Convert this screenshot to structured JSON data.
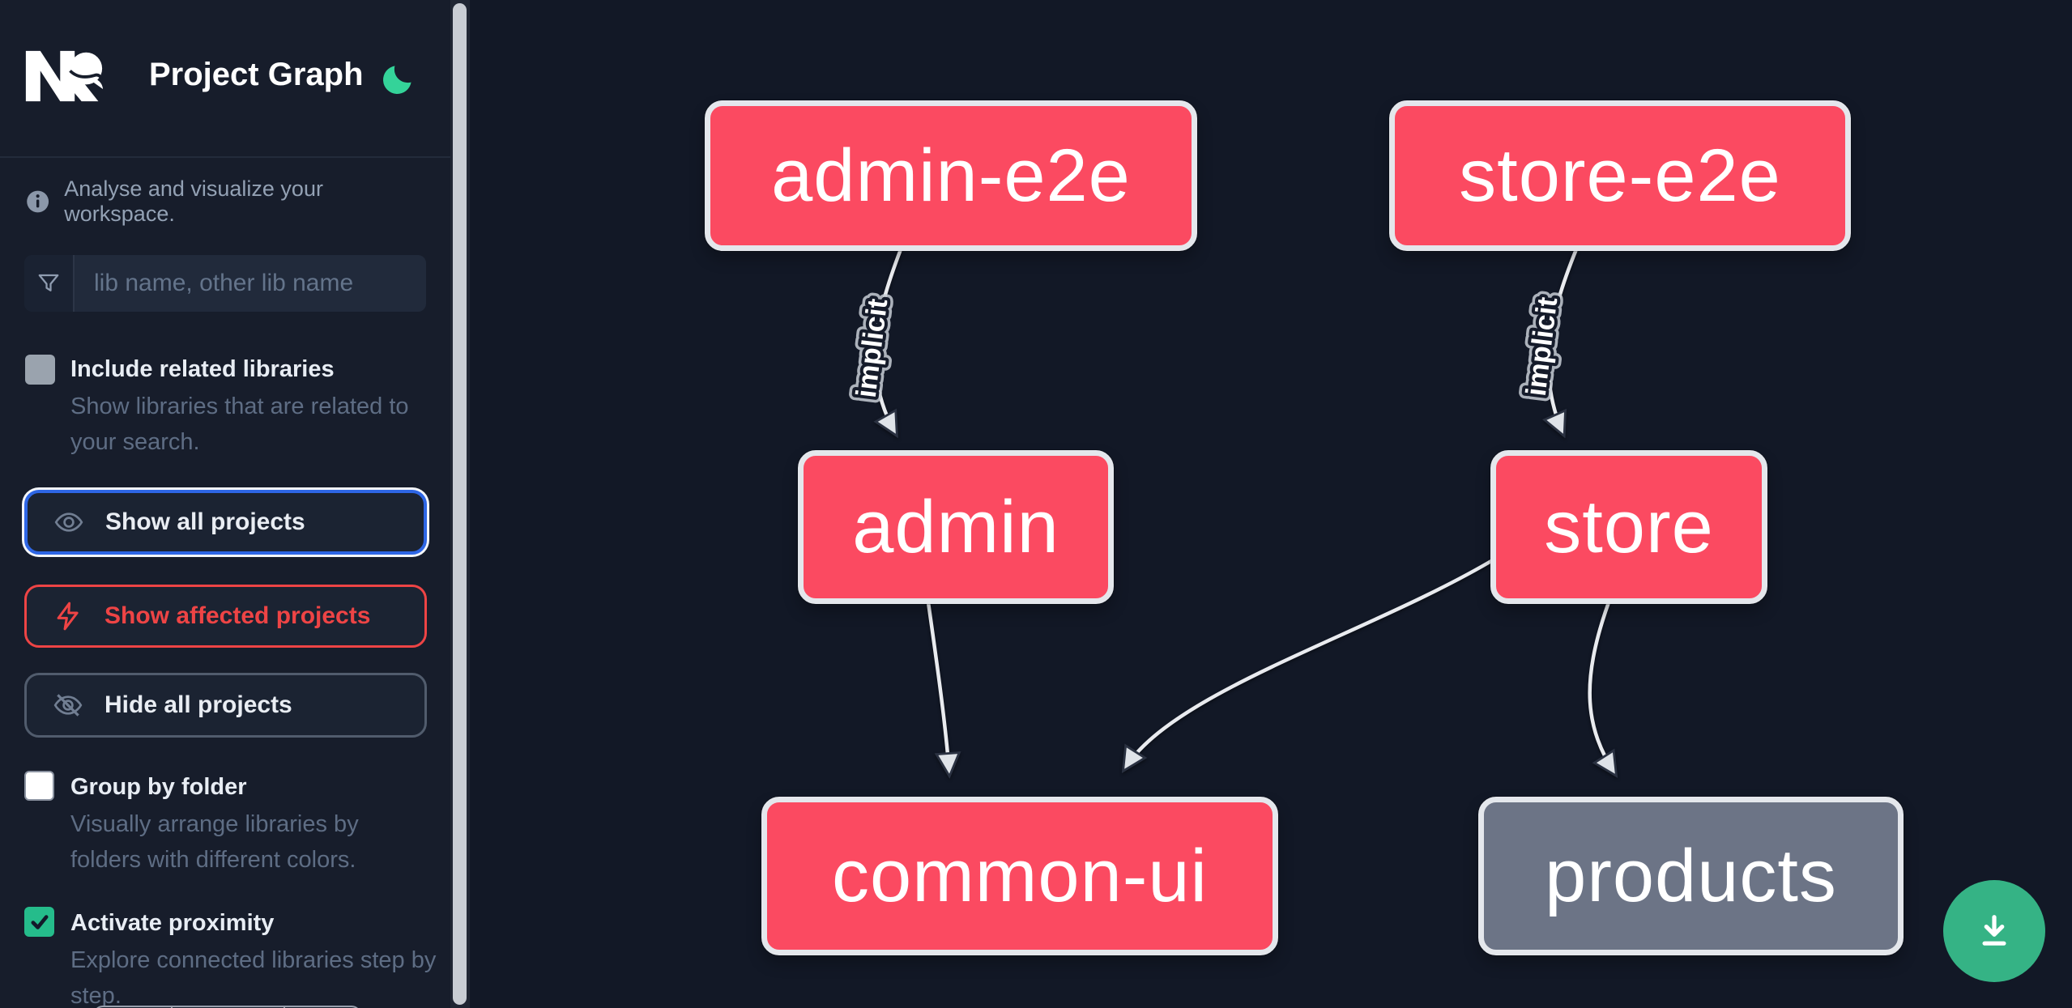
{
  "header": {
    "title": "Project Graph"
  },
  "sidebar": {
    "info_text": "Analyse and visualize your workspace.",
    "search": {
      "placeholder": "lib name, other lib name",
      "value": ""
    },
    "include_related": {
      "label": "Include related libraries",
      "description": "Show libraries that are related to your search.",
      "checked": false
    },
    "actions": {
      "show_all": {
        "label": "Show all projects"
      },
      "show_affected": {
        "label": "Show affected projects"
      },
      "hide_all": {
        "label": "Hide all projects"
      }
    },
    "group_by_folder": {
      "label": "Group by folder",
      "description": "Visually arrange libraries by folders with different colors.",
      "checked": false
    },
    "activate_proximity": {
      "label": "Activate proximity",
      "description": "Explore connected libraries step by step.",
      "checked": true
    }
  },
  "graph": {
    "nodes": [
      {
        "id": "admin-e2e",
        "label": "admin-e2e",
        "color": "pink"
      },
      {
        "id": "store-e2e",
        "label": "store-e2e",
        "color": "pink"
      },
      {
        "id": "admin",
        "label": "admin",
        "color": "pink"
      },
      {
        "id": "store",
        "label": "store",
        "color": "pink"
      },
      {
        "id": "common-ui",
        "label": "common-ui",
        "color": "pink"
      },
      {
        "id": "products",
        "label": "products",
        "color": "gray"
      }
    ],
    "edges": [
      {
        "from": "admin-e2e",
        "to": "admin",
        "label": "implicit",
        "type": "implicit"
      },
      {
        "from": "store-e2e",
        "to": "store",
        "label": "implicit",
        "type": "implicit"
      },
      {
        "from": "admin",
        "to": "common-ui",
        "label": "",
        "type": "static"
      },
      {
        "from": "store",
        "to": "common-ui",
        "label": "",
        "type": "static"
      },
      {
        "from": "store",
        "to": "products",
        "label": "",
        "type": "static"
      }
    ]
  },
  "fab": {
    "icon": "download-icon"
  },
  "colors": {
    "accent_blue": "#2e66e5",
    "danger_red": "#ee4445",
    "node_pink": "#fb4a61",
    "node_gray": "#6c7486",
    "fab_green": "#35b385",
    "checkbox_green": "#25bc8b",
    "moon_green": "#34d399",
    "edge_gray": "#e9ebef"
  }
}
